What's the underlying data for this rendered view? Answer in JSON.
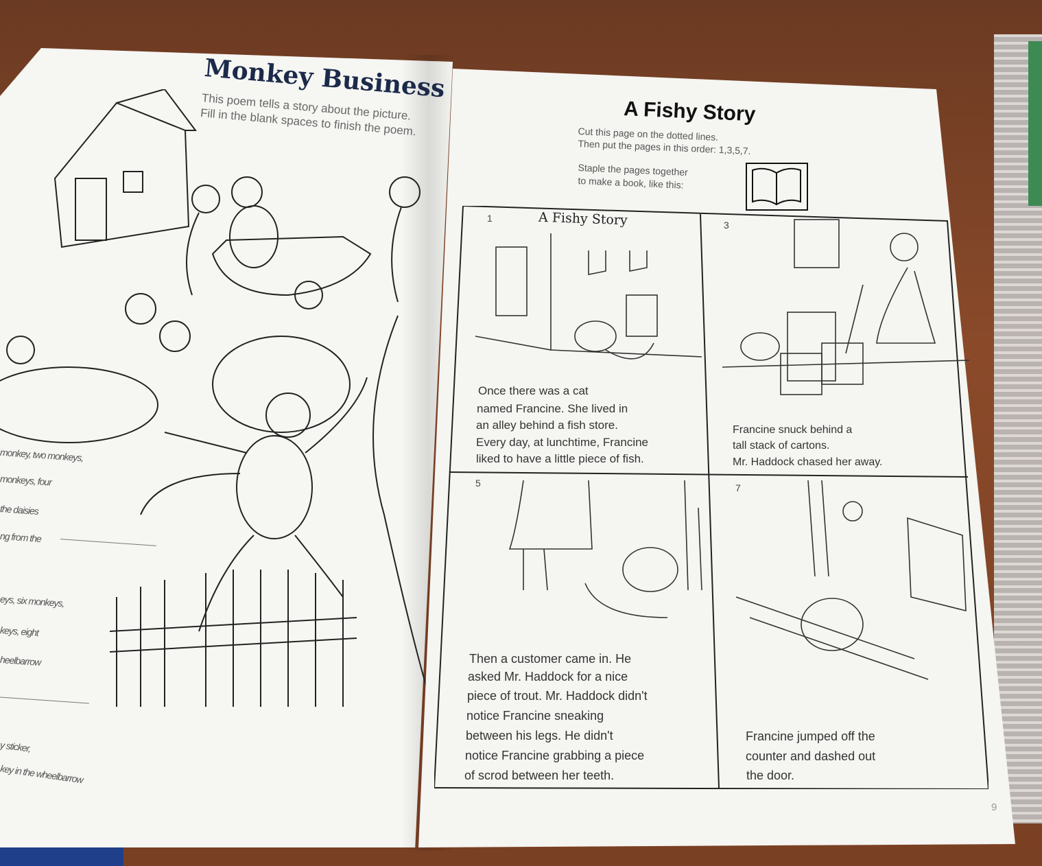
{
  "left_page": {
    "title": "Monkey Business",
    "intro": "This poem tells a story about the picture. Fill in the blank spaces to finish the poem.",
    "poem_fragments": [
      "monkey, two monkeys,",
      "monkeys, four",
      "the daisies",
      "ng from the",
      "eys, six monkeys,",
      "keys, eight",
      "heelbarrow",
      "y sticker,",
      "key in the wheelbarrow"
    ]
  },
  "right_page": {
    "title": "A Fishy Story",
    "instructions": {
      "line1": "Cut this page on the dotted lines.",
      "line2": "Then put the pages in this order: 1,3,5,7.",
      "line3": "Staple the pages together",
      "line4": "to make a book, like this:"
    },
    "panels": [
      {
        "number": "1",
        "heading": "A Fishy Story",
        "lines": [
          "Once there was a cat",
          "named Francine. She lived in",
          "an alley behind a fish store.",
          "Every day, at lunchtime, Francine",
          "liked to have a little piece of fish."
        ]
      },
      {
        "number": "3",
        "heading": "",
        "lines": [
          "Francine snuck behind a",
          "tall stack of cartons.",
          "Mr. Haddock chased her away."
        ]
      },
      {
        "number": "5",
        "heading": "",
        "lines": [
          "Then a customer came in. He",
          "asked Mr. Haddock for a nice",
          "piece of trout. Mr. Haddock didn't",
          "notice Francine sneaking",
          "between his legs. He didn't",
          "notice Francine grabbing a piece",
          "of scrod between her teeth."
        ]
      },
      {
        "number": "7",
        "heading": "",
        "lines": [
          "Francine jumped off the",
          "counter and dashed out",
          "the door."
        ]
      }
    ],
    "page_number": "9"
  },
  "colors": {
    "table": "#7a4023",
    "paper": "#f5f5f2",
    "title_navy": "#1c2a4a"
  }
}
